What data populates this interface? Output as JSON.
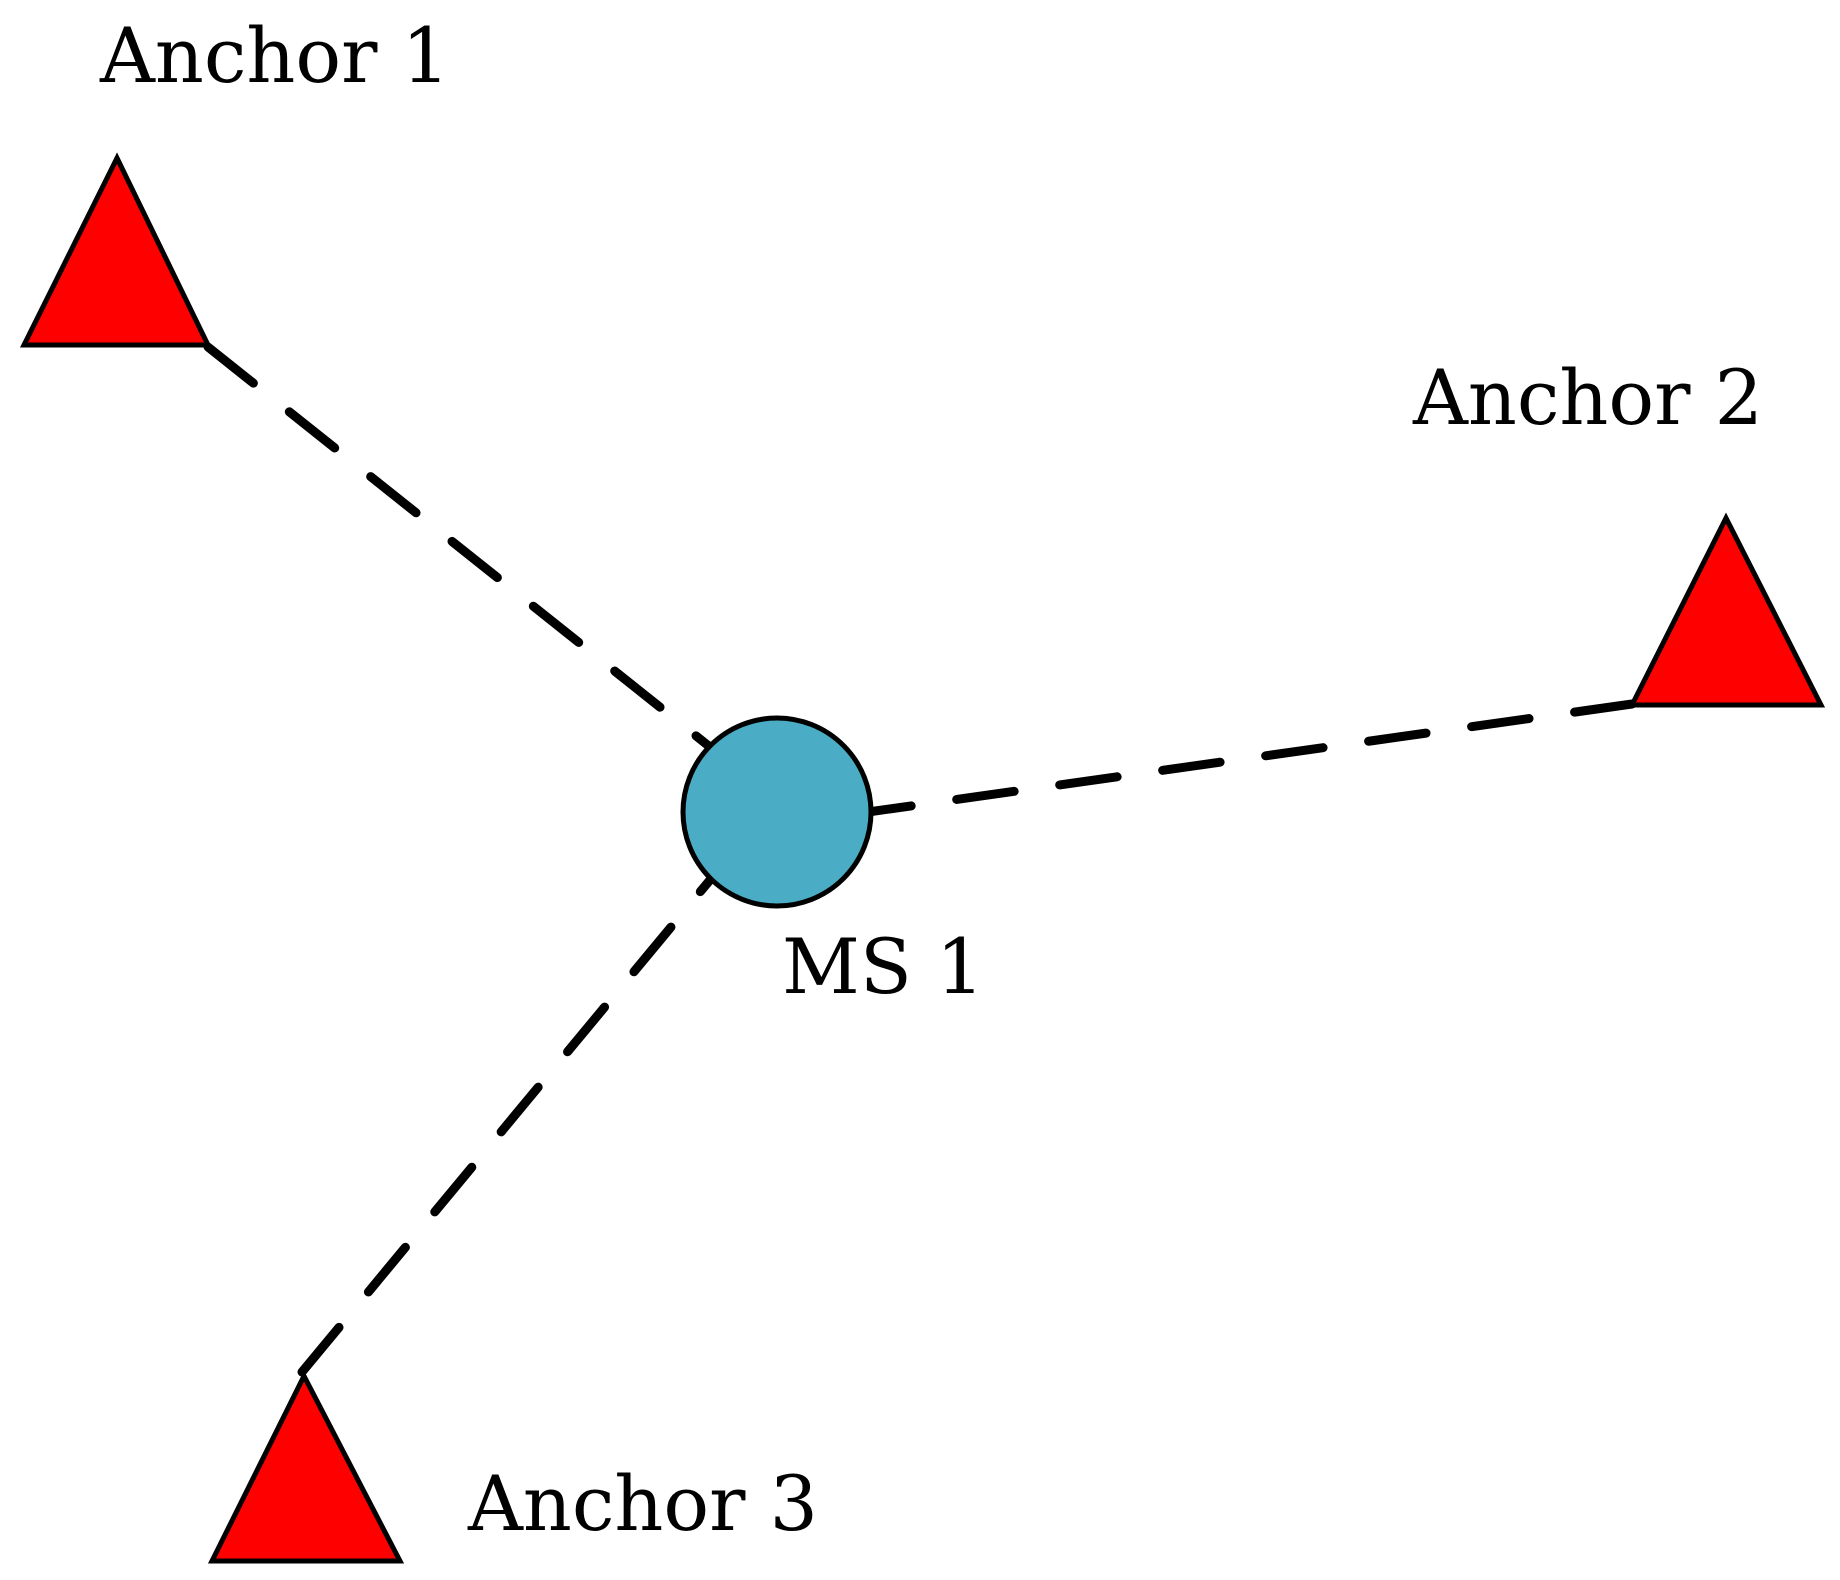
{
  "diagram": {
    "anchors": [
      {
        "label": "Anchor 1"
      },
      {
        "label": "Anchor 2"
      },
      {
        "label": "Anchor 3"
      }
    ],
    "mobile_station": {
      "label": "MS 1"
    },
    "colors": {
      "anchor_fill": "#ff0000",
      "station_fill": "#4bacc6",
      "line": "#000000",
      "text": "#000000",
      "background": "#ffffff"
    }
  }
}
